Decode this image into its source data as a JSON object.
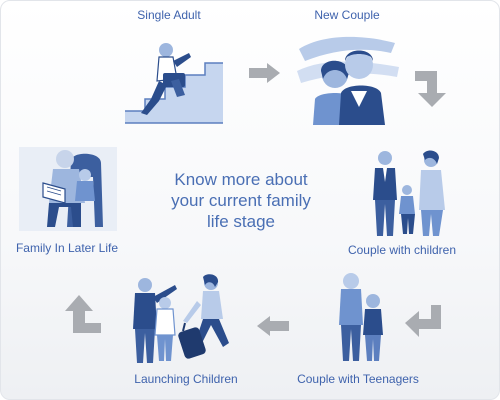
{
  "center_text": {
    "line1": "Know more about",
    "line2": "your current family",
    "line3": "life stage"
  },
  "stages": [
    {
      "id": "single-adult",
      "label": "Single Adult"
    },
    {
      "id": "new-couple",
      "label": "New Couple"
    },
    {
      "id": "couple-with-children",
      "label": "Couple with children"
    },
    {
      "id": "couple-with-teenagers",
      "label": "Couple with Teenagers"
    },
    {
      "id": "launching-children",
      "label": "Launching Children"
    },
    {
      "id": "family-in-later-life",
      "label": "Family In Later Life"
    }
  ],
  "colors": {
    "label": "#3f63ad",
    "center_text": "#4a6fb4",
    "arrow": "#a9acb1",
    "figure_dark": "#2b4d8c",
    "figure_mid": "#6f93cf",
    "figure_light": "#b8cbe9"
  }
}
